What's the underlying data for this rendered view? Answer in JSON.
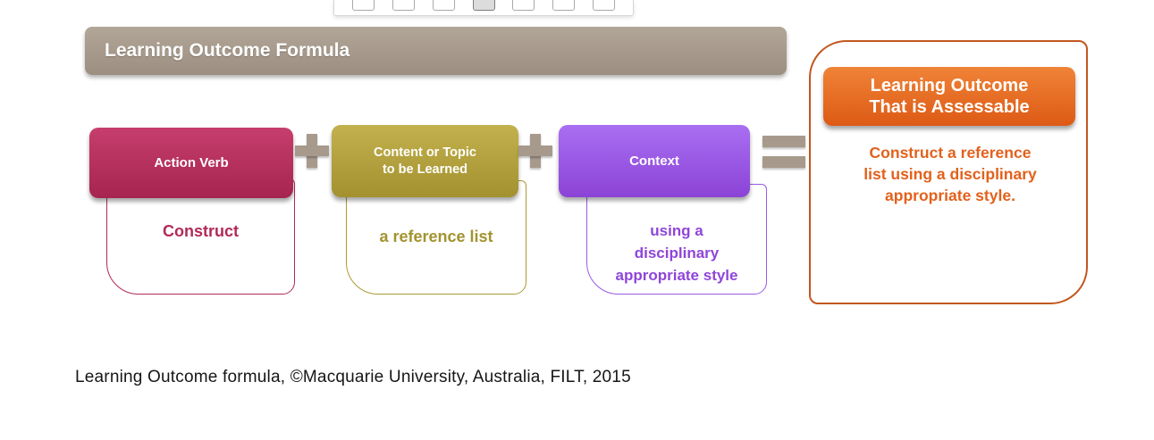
{
  "top_strip": {
    "thumbnail_count": 7,
    "selected_index": 3
  },
  "header": {
    "title": "Learning Outcome Formula"
  },
  "formula": {
    "terms": [
      {
        "label": "Action Verb",
        "example": "Construct",
        "color": "#b2295a"
      },
      {
        "label": "Content or Topic\nto be Learned",
        "example": "a reference list",
        "color": "#ab9a35"
      },
      {
        "label": "Context",
        "example": "using a\ndisciplinary\nappropriate style",
        "color": "#9b59e6"
      }
    ],
    "operators": [
      "+",
      "+",
      "="
    ],
    "result": {
      "title": "Learning Outcome\nThat is Assessable",
      "body": "Construct a reference\nlist using a disciplinary\nappropriate style.",
      "color": "#e2611c"
    }
  },
  "caption": "Learning Outcome formula, ©Macquarie University, Australia, FILT, 2015",
  "colors": {
    "header_bar": "#a79a8c",
    "operator": "#a79a8c",
    "action_verb": "#b2295a",
    "content_topic": "#ab9a35",
    "context": "#9b59e6",
    "result_accent": "#e2611c",
    "result_border": "#c2571f"
  }
}
